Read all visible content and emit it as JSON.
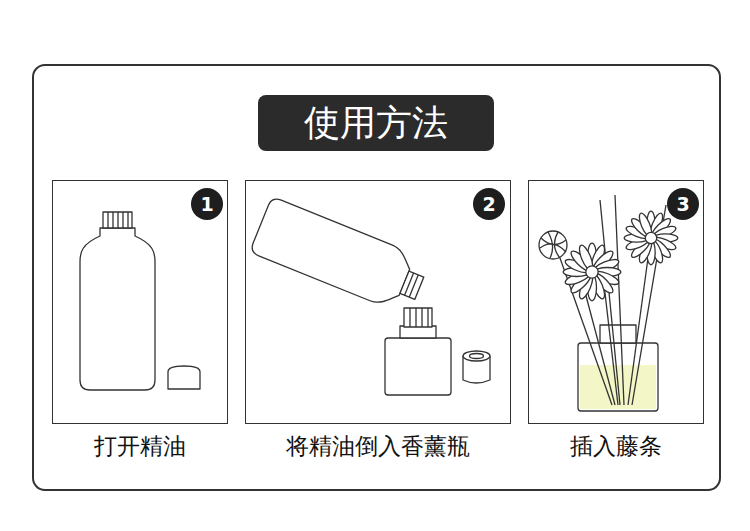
{
  "diagram": {
    "title": "使用方法",
    "nodes": [
      {
        "text": [
          "打开精油"
        ]
      },
      {
        "text": [
          "1"
        ],
        "in": 0
      },
      {
        "text": [
          "将精油倒入香薰瓶"
        ]
      },
      {
        "text": [
          "2"
        ],
        "in": 2
      },
      {
        "text": [
          "插入藤条"
        ]
      },
      {
        "text": [
          "3"
        ],
        "in": 4
      }
    ]
  }
}
